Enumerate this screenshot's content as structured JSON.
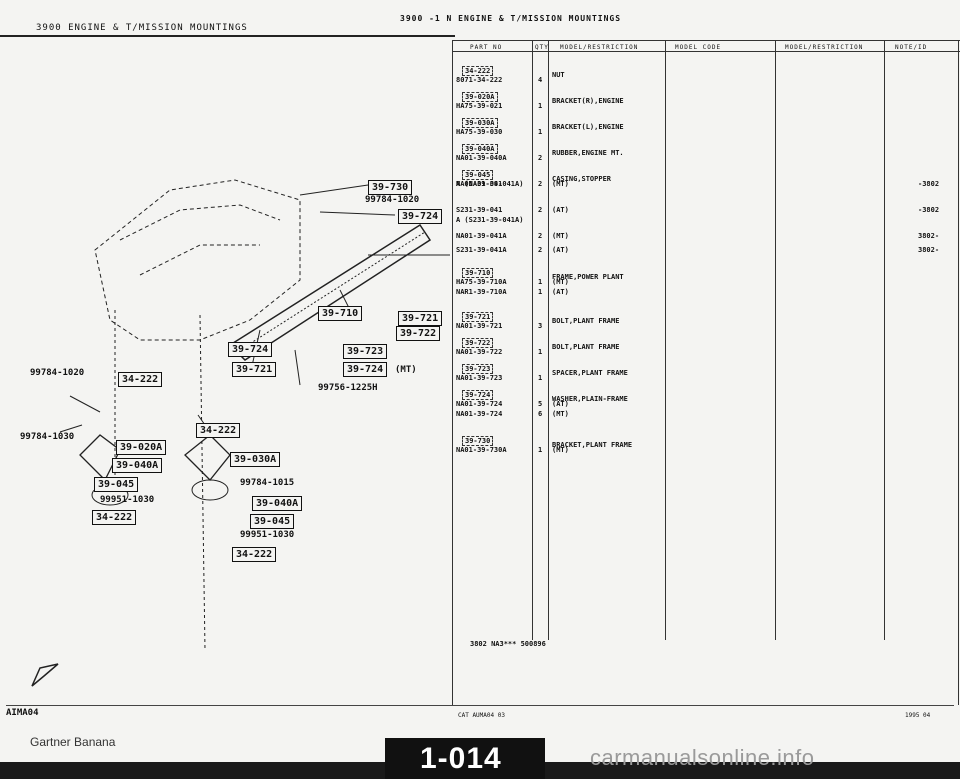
{
  "header": {
    "left_title": "3900   ENGINE & T/MISSION MOUNTINGS",
    "center_title": "3900 -1 N  ENGINE & T/MISSION MOUNTINGS"
  },
  "table": {
    "columns": [
      "PART NO",
      "QTY",
      "MODEL/RESTRICTION",
      "MODEL CODE",
      "MODEL/RESTRICTION",
      "NOTE/ID"
    ],
    "rows": [
      {
        "ref": "34-222",
        "part": "8071-34-222",
        "qty": "4",
        "desc": "NUT",
        "note": ""
      },
      {
        "ref": "39-020A",
        "part": "HA75-39-021",
        "qty": "1",
        "desc": "BRACKET(R),ENGINE",
        "note": ""
      },
      {
        "ref": "39-030A",
        "part": "HA75-39-030",
        "qty": "1",
        "desc": "BRACKET(L),ENGINE",
        "note": ""
      },
      {
        "ref": "39-040A",
        "part": "NA01-39-040A",
        "qty": "2",
        "desc": "RUBBER,ENGINE MT.",
        "note": ""
      },
      {
        "ref": "39-045",
        "part": "NA01-39-041",
        "qty": "2",
        "desc": "CASING,STOPPER",
        "note": "-3802"
      },
      {
        "ref": "",
        "part": "A (NA01-39-041A)",
        "qty": "",
        "desc": "(MT)",
        "note": ""
      },
      {
        "ref": "",
        "part": "S231-39-041",
        "qty": "2",
        "desc": "(AT)",
        "note": "-3802"
      },
      {
        "ref": "",
        "part": "A (S231-39-041A)",
        "qty": "",
        "desc": "",
        "note": ""
      },
      {
        "ref": "",
        "part": "NA01-39-041A",
        "qty": "2",
        "desc": "(MT)",
        "note": "3802-"
      },
      {
        "ref": "",
        "part": "S231-39-041A",
        "qty": "2",
        "desc": "(AT)",
        "note": "3802-"
      },
      {
        "ref": "39-710",
        "part": "HA75-39-710A",
        "qty": "1",
        "desc": "FRAME,POWER PLANT",
        "note": ""
      },
      {
        "ref": "",
        "part": "",
        "qty": "",
        "desc": "(MT)",
        "note": ""
      },
      {
        "ref": "",
        "part": "NAR1-39-710A",
        "qty": "1",
        "desc": "(AT)",
        "note": ""
      },
      {
        "ref": "39-721",
        "part": "NA01-39-721",
        "qty": "3",
        "desc": "BOLT,PLANT FRAME",
        "note": ""
      },
      {
        "ref": "39-722",
        "part": "NA01-39-722",
        "qty": "1",
        "desc": "BOLT,PLANT FRAME",
        "note": ""
      },
      {
        "ref": "39-723",
        "part": "NA01-39-723",
        "qty": "1",
        "desc": "SPACER,PLANT FRAME",
        "note": ""
      },
      {
        "ref": "39-724",
        "part": "NA01-39-724",
        "qty": "5",
        "desc": "WASHER,PLAIN-FRAME",
        "note": ""
      },
      {
        "ref": "",
        "part": "",
        "qty": "",
        "desc": "(AT)",
        "note": ""
      },
      {
        "ref": "",
        "part": "NA01-39-724",
        "qty": "6",
        "desc": "(MT)",
        "note": ""
      },
      {
        "ref": "39-730",
        "part": "NA01-39-730A",
        "qty": "1",
        "desc": "BRACKET,PLANT FRAME",
        "note": ""
      },
      {
        "ref": "",
        "part": "",
        "qty": "",
        "desc": "(MT)",
        "note": ""
      }
    ],
    "footnote": "3802 NA3*** 500896"
  },
  "diagram": {
    "labels": [
      "39-730",
      "99784-1020",
      "39-724",
      "39-710",
      "39-721",
      "39-722",
      "39-724",
      "39-721",
      "39-723",
      "39-724",
      "(MT)",
      "99756-1225H",
      "99784-1020",
      "34-222",
      "99784-1030",
      "34-222",
      "39-020A",
      "39-040A",
      "39-030A",
      "39-045",
      "99951-1030",
      "34-222",
      "99784-1015",
      "39-040A",
      "39-045",
      "99951-1030",
      "34-222"
    ]
  },
  "footer": {
    "left": "AIMA04",
    "mid": "CAT  AUMA04  03",
    "right": "1995  04",
    "credit": "Gartner Banana",
    "page": "1-014",
    "watermark": "carmanualsonline.info"
  }
}
